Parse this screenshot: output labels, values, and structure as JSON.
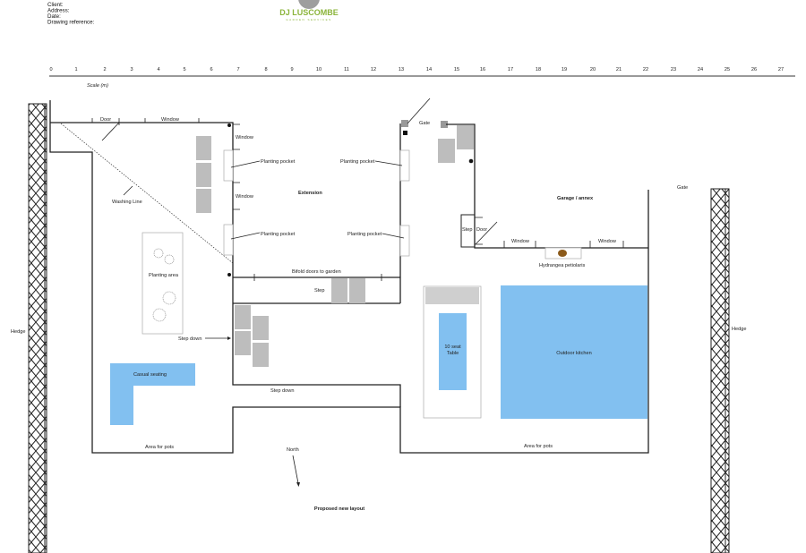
{
  "header": {
    "client_label": "Client:",
    "address_label": "Address:",
    "date_label": "Date:",
    "drawing_ref_label": "Drawing reference:"
  },
  "logo": {
    "name": "DJ LUSCOMBE",
    "sub": "GARDEN SERVICES",
    "color": "#8bb43a"
  },
  "scale": {
    "ticks": [
      "0",
      "1",
      "2",
      "3",
      "4",
      "5",
      "6",
      "7",
      "8",
      "9",
      "10",
      "11",
      "12",
      "13",
      "14",
      "15",
      "16",
      "17",
      "18",
      "19",
      "20",
      "21",
      "22",
      "23",
      "24",
      "25",
      "26",
      "27"
    ],
    "label": "Scale (m)"
  },
  "labels": {
    "door_top": "Door",
    "window_top": "Window",
    "window_ext_1": "Window",
    "window_ext_2": "Window",
    "washing_line": "Washing Line",
    "planting_pocket_1": "Planting pocket",
    "planting_pocket_2": "Planting pocket",
    "planting_pocket_3": "Planting pocket",
    "planting_pocket_4": "Planting pocket",
    "extension": "Extension",
    "bifold": "Bifold doors to garden",
    "step": "Step",
    "planting_area": "Planting area",
    "step_down_1": "Step down",
    "step_down_2": "Step down",
    "casual_seating": "Casual seating",
    "area_pots_1": "Area for pots",
    "area_pots_2": "Area for pots",
    "gate_1": "Gate",
    "gate_2": "Gate",
    "garage": "Garage / annex",
    "step_side": "Step",
    "door_side": "Door",
    "window_g1": "Window",
    "window_g2": "Window",
    "hydrangea": "Hydrangea petiolaris",
    "table_1": "10 seat",
    "table_2": "Table",
    "outdoor_kitchen": "Outdoor kitchen",
    "hedge_left": "Hedge",
    "hedge_right": "Hedge",
    "north": "North",
    "title": "Proposed new layout"
  },
  "colors": {
    "feature_blue": "#82c0f0",
    "paving": "#bdbdbd",
    "plant_brown": "#8b5a1a"
  }
}
